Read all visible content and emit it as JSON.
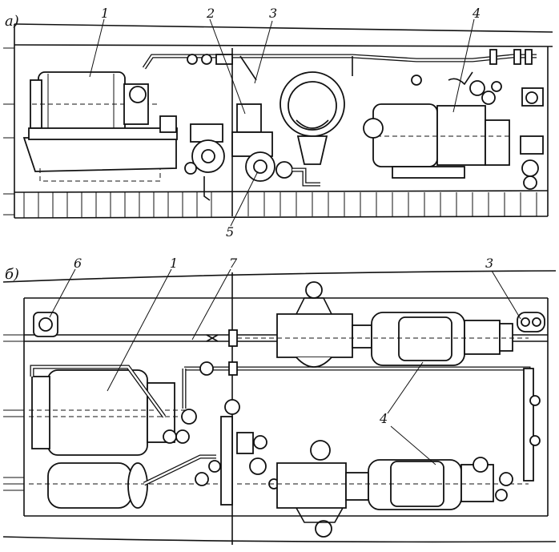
{
  "figure": {
    "panel_a": {
      "label": "а)",
      "callouts": [
        "1",
        "2",
        "3",
        "4",
        "5"
      ]
    },
    "panel_b": {
      "label": "б)",
      "callouts": [
        "6",
        "1",
        "7",
        "3",
        "4"
      ]
    }
  }
}
